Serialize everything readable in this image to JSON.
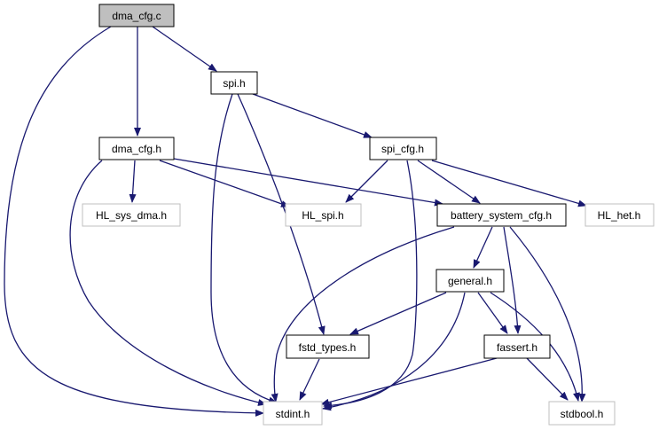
{
  "colors": {
    "edge": "#191970",
    "border_solid": "#000000",
    "border_external": "#bfbfbf",
    "root_fill": "#bfbfbf",
    "fill": "#ffffff",
    "text": "#000000"
  },
  "nodes": {
    "dma_cfg_c": {
      "label": "dma_cfg.c"
    },
    "spi_h": {
      "label": "spi.h"
    },
    "dma_cfg_h": {
      "label": "dma_cfg.h"
    },
    "spi_cfg_h": {
      "label": "spi_cfg.h"
    },
    "hl_sys_dma_h": {
      "label": "HL_sys_dma.h"
    },
    "hl_spi_h": {
      "label": "HL_spi.h"
    },
    "battery_system_cfg_h": {
      "label": "battery_system_cfg.h"
    },
    "hl_het_h": {
      "label": "HL_het.h"
    },
    "general_h": {
      "label": "general.h"
    },
    "fstd_types_h": {
      "label": "fstd_types.h"
    },
    "fassert_h": {
      "label": "fassert.h"
    },
    "stdint_h": {
      "label": "stdint.h"
    },
    "stdbool_h": {
      "label": "stdbool.h"
    }
  }
}
